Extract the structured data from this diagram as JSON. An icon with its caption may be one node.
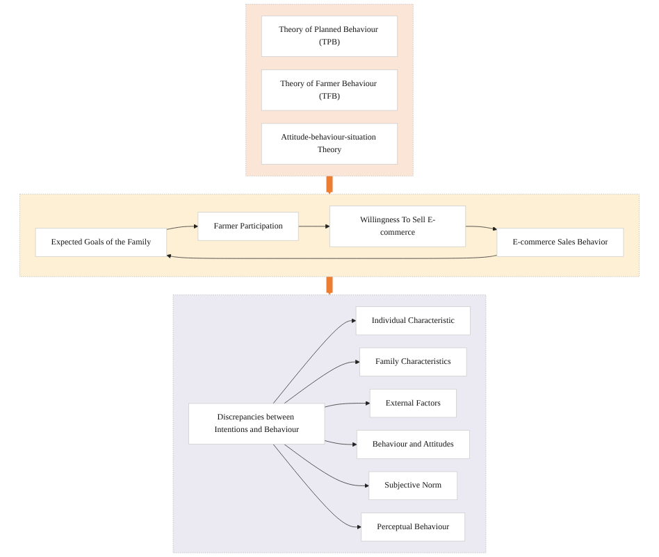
{
  "diagram": {
    "nodes": [
      {
        "text": [],
        "shape": "box"
      },
      {
        "text": [
          "Theory of Planned Behaviour (TPB)"
        ],
        "in": 0
      },
      {
        "text": [
          "Theory of Farmer Behaviour (TFB)"
        ],
        "in": 0
      },
      {
        "text": [
          "Attitude-behaviour-situation Theory"
        ],
        "in": 0
      },
      {
        "text": [],
        "shape": "box"
      },
      {
        "text": [
          "Expected Goals of the Family"
        ],
        "in": 4
      },
      {
        "text": [
          "Farmer Participation"
        ],
        "in": 4
      },
      {
        "text": [
          "Willingness To Sell E-commerce"
        ],
        "in": 4
      },
      {
        "text": [
          "E-commerce Sales Behavior"
        ],
        "in": 4
      },
      {
        "text": [],
        "shape": "box"
      },
      {
        "text": [
          "Individual Characteristic"
        ],
        "in": 9
      },
      {
        "text": [
          "Family Characteristics"
        ],
        "in": 9
      },
      {
        "text": [
          "External Factors"
        ],
        "in": 9
      },
      {
        "text": [
          "Discrepancies between Intentions and Behaviour"
        ],
        "in": 9
      },
      {
        "text": [
          "Behaviour and Attitudes"
        ],
        "in": 9
      },
      {
        "text": [
          "Subjective Norm"
        ],
        "in": 9
      },
      {
        "text": [
          "Perceptual Behaviour"
        ],
        "in": 9
      }
    ],
    "edges": [
      {
        "from": 0,
        "to": 4,
        "arrow": "to",
        "style": "thick",
        "color": "#ed7d31"
      },
      {
        "from": 4,
        "to": 9,
        "arrow": "to",
        "style": "thick",
        "color": "#ed7d31"
      },
      {
        "from": 5,
        "to": 6,
        "arrow": "to"
      },
      {
        "from": 6,
        "to": 7,
        "arrow": "to"
      },
      {
        "from": 7,
        "to": 8,
        "arrow": "to"
      },
      {
        "from": 8,
        "to": 5,
        "arrow": "to"
      },
      {
        "from": 13,
        "to": 10,
        "arrow": "to"
      },
      {
        "from": 13,
        "to": 11,
        "arrow": "to"
      },
      {
        "from": 13,
        "to": 12,
        "arrow": "to"
      },
      {
        "from": 13,
        "to": 14,
        "arrow": "to"
      },
      {
        "from": 13,
        "to": 15,
        "arrow": "to"
      },
      {
        "from": 13,
        "to": 16,
        "arrow": "to"
      }
    ]
  }
}
